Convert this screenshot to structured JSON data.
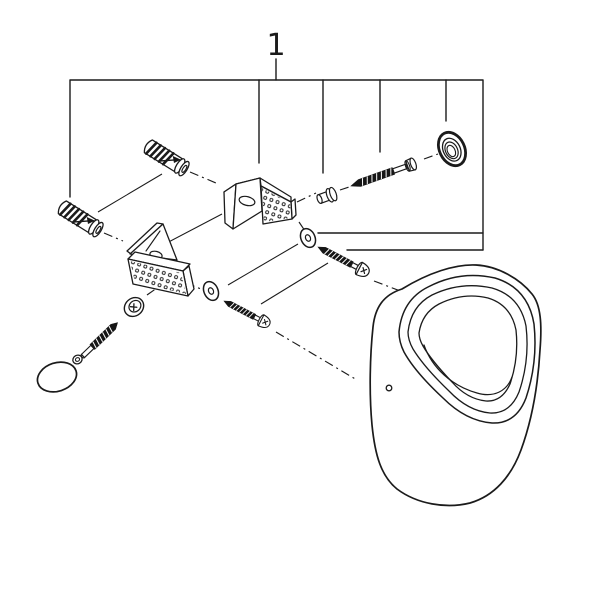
{
  "diagram": {
    "callout_label": "1",
    "background_color": "#ffffff",
    "line_color": "#1b1b1b",
    "parts": [
      "callout-bracket",
      "wall-plug-upper",
      "wall-plug-lower",
      "wall-bracket-upper",
      "wall-bracket-lower",
      "spacer-bushing",
      "mounting-screw-top",
      "cover-ring",
      "washer-upper",
      "mounting-screw-right",
      "washer-lower",
      "mounting-screw-center",
      "dome-cap",
      "hex-nut",
      "mounting-screw-bottom",
      "oval-cover-cap",
      "urinal-bowl"
    ]
  }
}
